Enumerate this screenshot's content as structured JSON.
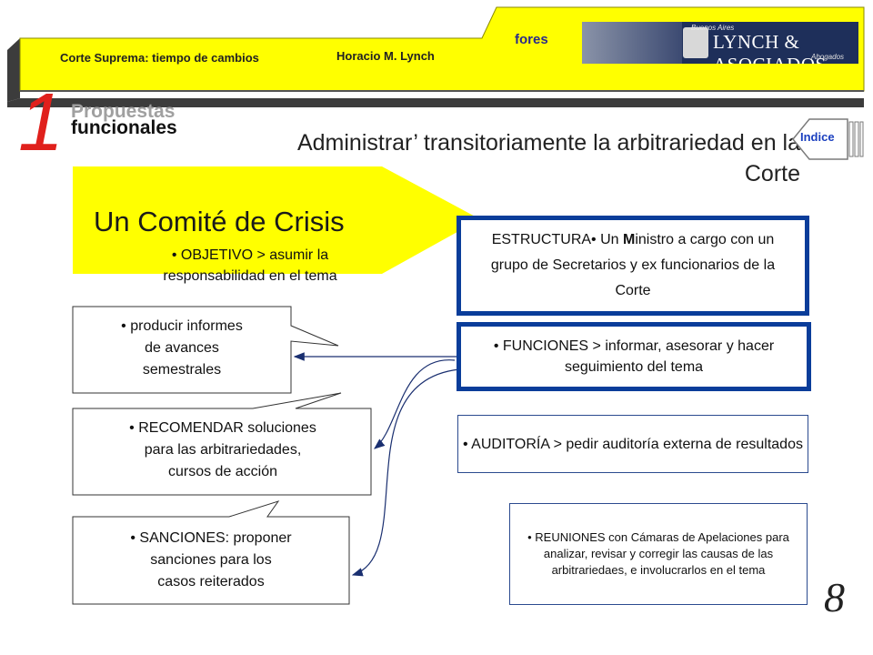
{
  "header": {
    "course": "Corte Suprema: tiempo de cambios",
    "author": "Horacio M. Lynch",
    "fores": "fores",
    "logo": {
      "top_text": "Buenos Aires",
      "name": "LYNCH & ASOCIADOS",
      "sub_text": "Abogados"
    }
  },
  "section": {
    "number": "1",
    "line1": "Propuestas",
    "line2": "funcionales"
  },
  "title_line1": "Administrar’ transitoriamente la arbitrariedad en la",
  "title_line2": "Corte",
  "nav": {
    "indice": "Indice"
  },
  "committee": {
    "title": "Un Comité de Crisis",
    "objetivo_line1": "• OBJETIVO > asumir la",
    "objetivo_line2": "responsabilidad en el tema"
  },
  "right_boxes": {
    "estructura_prefix": "ESTRUCTURA•  Un ",
    "estructura_bold": "M",
    "estructura_rest": "inistro a cargo con un grupo de Secretarios y ex funcionarios de la Corte",
    "funciones": "• FUNCIONES > informar, asesorar y hacer seguimiento  del tema",
    "auditoria": "• AUDITORÍA > pedir auditoría externa de resultados",
    "reuniones": "• REUNIONES con Cámaras de Apelaciones para analizar, revisar y corregir las causas de las arbitrariedaes, e involucrarlos en el tema"
  },
  "callouts": {
    "informes": [
      "• producir informes",
      "de avances",
      "semestrales"
    ],
    "recomendar": [
      "• RECOMENDAR soluciones",
      "para las arbitrariedades,",
      "cursos de acción"
    ],
    "sanciones": [
      "• SANCIONES: proponer",
      "sanciones para los",
      "casos reiterados"
    ]
  },
  "page_number": "8",
  "colors": {
    "yellow": "#ffff00",
    "accent_red": "#e0201c",
    "border_blue": "#0a3d9a",
    "link_blue": "#1a3fbf"
  }
}
